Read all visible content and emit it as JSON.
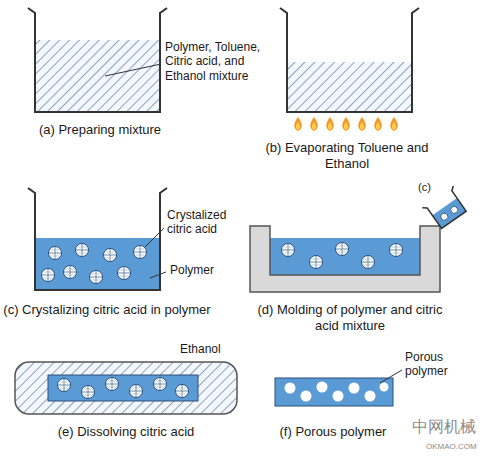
{
  "diagram": {
    "labels": [
      "Polymer, Toluene, Citric acid, and Ethanol mixture",
      "(a) Preparing mixture",
      "(b) Evaporating Toluene and Ethanol",
      "Crystalized citric acid",
      "Polymer",
      "(c) Crystalizing citric acid in polymer",
      "(c)",
      "(d) Molding of polymer and citric acid mixture",
      "Ethanol",
      "(e) Dissolving citric acid",
      "Porous polymer",
      "(f) Porous polymer",
      "中网机械",
      "OKMAO.COM"
    ]
  }
}
